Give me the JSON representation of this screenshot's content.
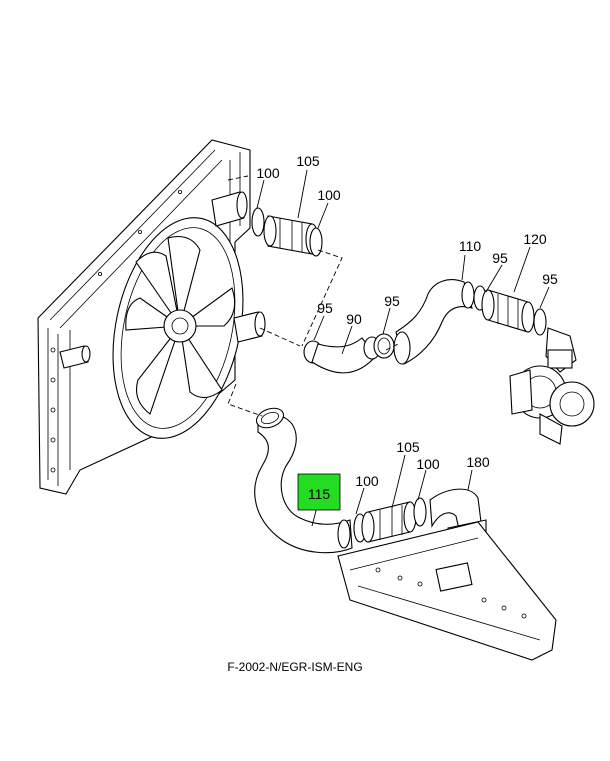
{
  "diagram": {
    "caption": "F-2002-N/EGR-ISM-ENG",
    "highlight_color": "#22dd22",
    "callouts": [
      {
        "id": "c-100-top-left",
        "text": "100"
      },
      {
        "id": "c-105-top",
        "text": "105"
      },
      {
        "id": "c-100-top-right",
        "text": "100"
      },
      {
        "id": "c-110",
        "text": "110"
      },
      {
        "id": "c-120",
        "text": "120"
      },
      {
        "id": "c-95-a",
        "text": "95"
      },
      {
        "id": "c-95-b",
        "text": "95"
      },
      {
        "id": "c-95-c",
        "text": "95"
      },
      {
        "id": "c-90",
        "text": "90"
      },
      {
        "id": "c-95-d",
        "text": "95"
      },
      {
        "id": "c-115",
        "text": "115"
      },
      {
        "id": "c-100-bottom-left",
        "text": "100"
      },
      {
        "id": "c-105-bottom",
        "text": "105"
      },
      {
        "id": "c-100-bottom-right",
        "text": "100"
      },
      {
        "id": "c-180",
        "text": "180"
      }
    ]
  }
}
